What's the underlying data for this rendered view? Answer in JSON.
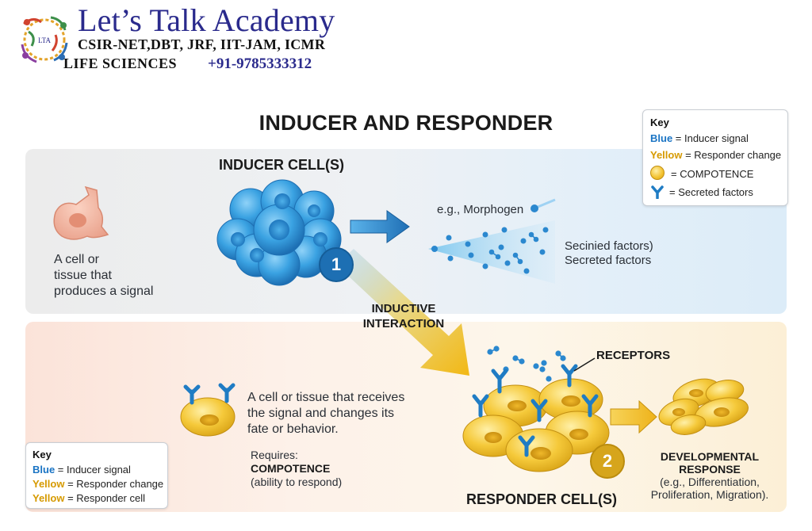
{
  "header": {
    "title": "Let’s Talk Academy",
    "exams": "CSIR-NET,DBT, JRF, IIT-JAM, ICMR",
    "subject": "LIFE SCIENCES",
    "phone": "+91-9785333312",
    "logo_mark": "LTA"
  },
  "diagram": {
    "title": "INDUCER AND RESPONDER",
    "inducer": {
      "heading": "INDUCER CELL(S)",
      "description_lines": [
        "A cell or",
        "tissue that",
        "produces a signal"
      ],
      "example": "e.g., Morphogen",
      "secreted_lines": [
        "Secinied factors)",
        "Secreted factors"
      ],
      "badge": "1"
    },
    "interaction": {
      "lines": [
        "INDUCTIVE",
        "INTERACTION"
      ]
    },
    "responder": {
      "heading": "RESPONDER CELL(S)",
      "receptors_label": "RECEPTORS",
      "description_lines": [
        "A cell or tissue that receives",
        "the signal and changes its",
        "fate or behavior."
      ],
      "requires_label": "Requires:",
      "competence": "COMPOTENCE",
      "competence_note": "(ability to respond)",
      "badge": "2"
    },
    "outcome": {
      "lines": [
        "DEVELOPMENTAL",
        "RESPONSE"
      ],
      "examples_lines": [
        "(e.g., Differentiation,",
        "Proliferation, Migration)."
      ]
    }
  },
  "key_top": {
    "heading": "Key",
    "rows": [
      {
        "color_word": "Blue",
        "text": " = Inducer signal"
      },
      {
        "color_word": "Yellow",
        "text": " = Responder change"
      },
      {
        "icon": "competence-circle-icon",
        "text": "= COMPOTENCE"
      },
      {
        "icon": "receptor-y-icon",
        "text": "= Secreted factors"
      }
    ]
  },
  "key_bottom": {
    "heading": "Key",
    "rows": [
      {
        "color_word": "Blue",
        "text": " = Inducer signal"
      },
      {
        "color_word": "Yellow",
        "text": " = Responder change"
      },
      {
        "color_word": "Yellow",
        "text": " = Responder cell"
      }
    ]
  },
  "colors": {
    "inducer_blue": "#3a9ee0",
    "responder_yellow": "#f2c12e",
    "badge_blue": "#1d6fb3",
    "badge_gold": "#d6a51c",
    "title_navy": "#2a2a8c"
  }
}
